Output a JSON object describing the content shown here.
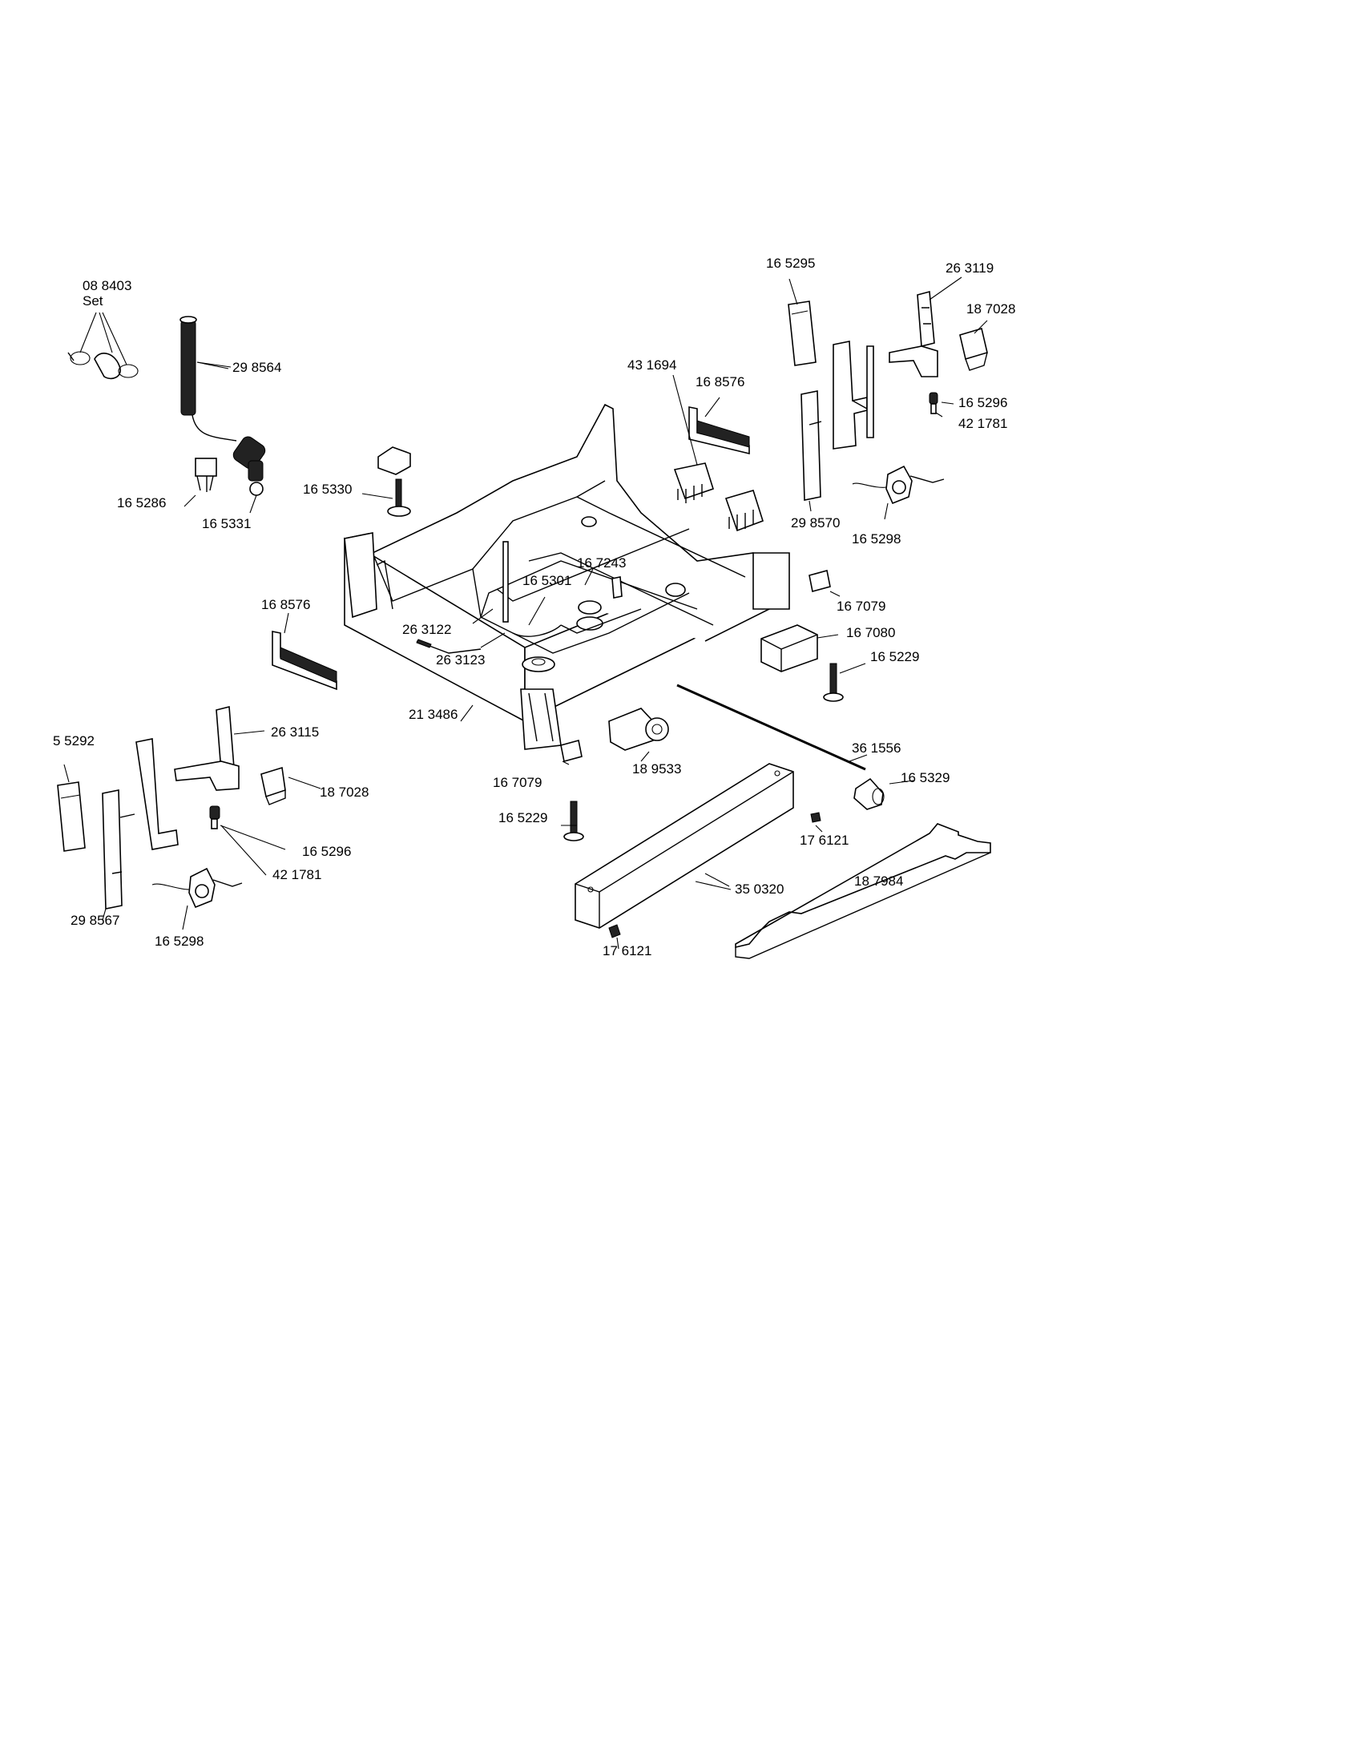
{
  "labels": [
    {
      "id": "l088403",
      "text": "08 8403"
    },
    {
      "id": "lset",
      "text": "Set"
    },
    {
      "id": "l298564",
      "text": "29 8564"
    },
    {
      "id": "l165286",
      "text": "16 5286"
    },
    {
      "id": "l165331",
      "text": "16 5331"
    },
    {
      "id": "l165330",
      "text": "16 5330"
    },
    {
      "id": "l431694",
      "text": "43 1694"
    },
    {
      "id": "l168576a",
      "text": "16 8576"
    },
    {
      "id": "l165295",
      "text": "16 5295"
    },
    {
      "id": "l263119",
      "text": "26 3119"
    },
    {
      "id": "l187028a",
      "text": "18 7028"
    },
    {
      "id": "l165296a",
      "text": "16 5296"
    },
    {
      "id": "l421781a",
      "text": "42 1781"
    },
    {
      "id": "l298570",
      "text": "29 8570"
    },
    {
      "id": "l165298a",
      "text": "16 5298"
    },
    {
      "id": "l167243",
      "text": "16 7243"
    },
    {
      "id": "l165301",
      "text": "16 5301"
    },
    {
      "id": "l167079a",
      "text": "16 7079"
    },
    {
      "id": "l167080",
      "text": "16 7080"
    },
    {
      "id": "l165229a",
      "text": "16 5229"
    },
    {
      "id": "l168576b",
      "text": "16 8576"
    },
    {
      "id": "l263122",
      "text": "26 3122"
    },
    {
      "id": "l263123",
      "text": "26 3123"
    },
    {
      "id": "l165292",
      "text": "5 5292"
    },
    {
      "id": "l263115",
      "text": "26 3115"
    },
    {
      "id": "l213486",
      "text": "21 3486"
    },
    {
      "id": "l361556",
      "text": "36 1556"
    },
    {
      "id": "l187028b",
      "text": "18 7028"
    },
    {
      "id": "l167079b",
      "text": "16 7079"
    },
    {
      "id": "l189533",
      "text": "18 9533"
    },
    {
      "id": "l165329",
      "text": "16 5329"
    },
    {
      "id": "l165296b",
      "text": "16 5296"
    },
    {
      "id": "l165229b",
      "text": "16 5229"
    },
    {
      "id": "l176121a",
      "text": "17 6121"
    },
    {
      "id": "l421781b",
      "text": "42 1781"
    },
    {
      "id": "l187984",
      "text": "18 7984"
    },
    {
      "id": "l350320",
      "text": "35 0320"
    },
    {
      "id": "l298567",
      "text": "29 8567"
    },
    {
      "id": "l165298b",
      "text": "16 5298"
    },
    {
      "id": "l176121b",
      "text": "17 6121"
    }
  ]
}
